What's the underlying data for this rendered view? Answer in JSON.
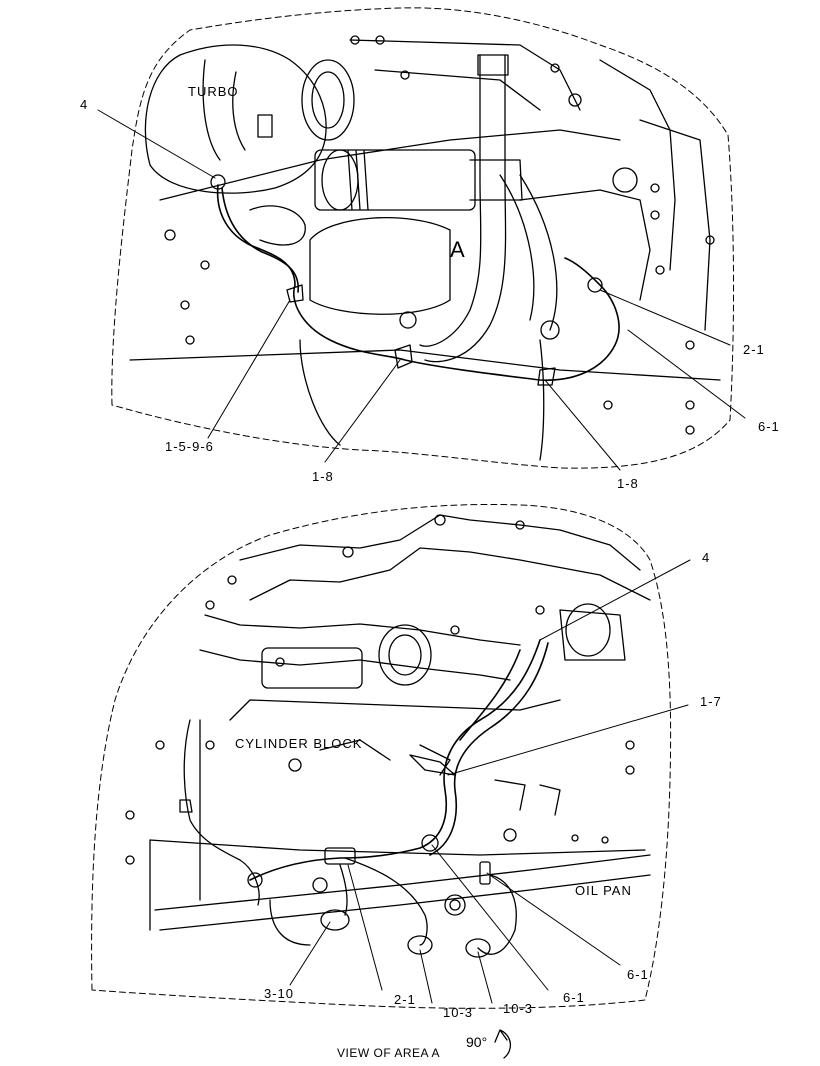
{
  "top_view": {
    "labels": {
      "turbo": "TURBO",
      "area": "A",
      "callout_4": "4",
      "callout_2_1": "2-1",
      "callout_6_1": "6-1",
      "callout_1_5_9_6": "1-5-9-6",
      "callout_1_8_left": "1-8",
      "callout_1_8_right": "1-8"
    }
  },
  "bottom_view": {
    "labels": {
      "callout_4": "4",
      "callout_1_7": "1-7",
      "cylinder_block": "CYLINDER BLOCK",
      "oil_pan": "OIL PAN",
      "callout_6_1_right": "6-1",
      "callout_3_10": "3-10",
      "callout_2_1": "2-1",
      "callout_10_3_left": "10-3",
      "callout_10_3_right": "10-3",
      "callout_6_1_bottom": "6-1"
    },
    "caption": "VIEW OF AREA  A",
    "rotation": "90°"
  },
  "colors": {
    "line": "#000000",
    "background": "#ffffff"
  }
}
